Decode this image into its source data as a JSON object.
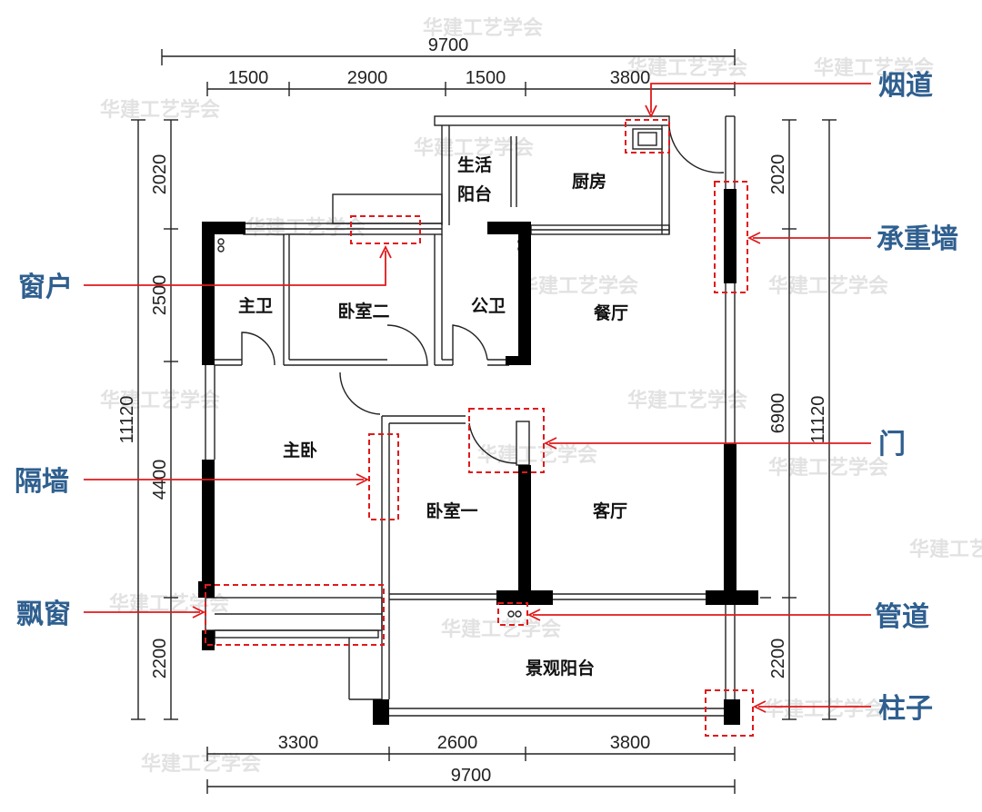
{
  "dimensions": {
    "top_total": "9700",
    "top": [
      "1500",
      "2900",
      "1500",
      "3800"
    ],
    "bottom": [
      "3300",
      "2600",
      "3800"
    ],
    "bottom_total": "9700",
    "left_total": "11120",
    "left": [
      "2020",
      "2500",
      "4400",
      "2200"
    ],
    "right_total": "11120",
    "right": [
      "2020",
      "6900",
      "2200"
    ]
  },
  "rooms": {
    "living_balcony_1": "生活",
    "living_balcony_2": "阳台",
    "kitchen": "厨房",
    "master_bath": "主卫",
    "bedroom_2": "卧室二",
    "public_bath": "公卫",
    "dining": "餐厅",
    "master_bedroom": "主卧",
    "bedroom_1": "卧室一",
    "living_room": "客厅",
    "view_balcony": "景观阳台"
  },
  "callouts": {
    "flue": "烟道",
    "load_bearing_wall": "承重墙",
    "window": "窗户",
    "door": "门",
    "partition_wall": "隔墙",
    "bay_window": "飘窗",
    "pipe": "管道",
    "column": "柱子"
  },
  "watermark": "华建工艺学会",
  "colors": {
    "highlight": "#e0191b",
    "callout_text": "#2f5f8f",
    "wall": "#000000",
    "watermark": "#d9d9d9"
  }
}
